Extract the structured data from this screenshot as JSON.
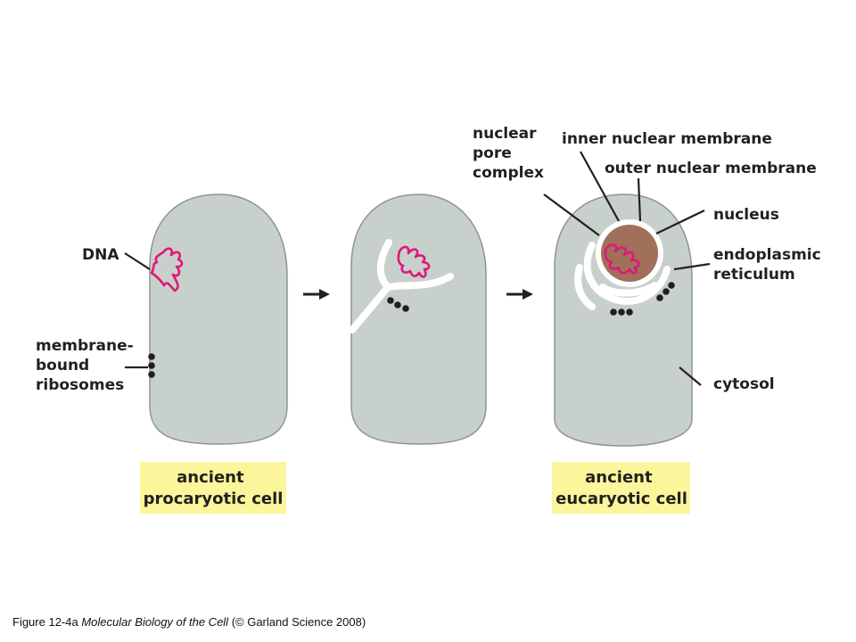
{
  "colors": {
    "cell_fill": "#c8d0cc",
    "cell_stroke": "#8e9591",
    "dna": "#e0177a",
    "nucleus_fill": "#a0705a",
    "label_box": "#fbf59b",
    "ink": "#231f20"
  },
  "labels": {
    "dna": "DNA",
    "ribosomes": [
      "membrane-",
      "bound",
      "ribosomes"
    ],
    "nuclear_pore": [
      "nuclear",
      "pore",
      "complex"
    ],
    "inner_membrane": "inner nuclear membrane",
    "outer_membrane": "outer nuclear membrane",
    "nucleus": "nucleus",
    "er": [
      "endoplasmic",
      "reticulum"
    ],
    "cytosol": "cytosol"
  },
  "boxes": {
    "procaryotic": [
      "ancient",
      "procaryotic cell"
    ],
    "eucaryotic": [
      "ancient",
      "eucaryotic cell"
    ]
  },
  "caption": {
    "prefix": "Figure 12-4a  ",
    "title": "Molecular Biology of the Cell",
    "suffix": " (© Garland Science 2008)"
  }
}
